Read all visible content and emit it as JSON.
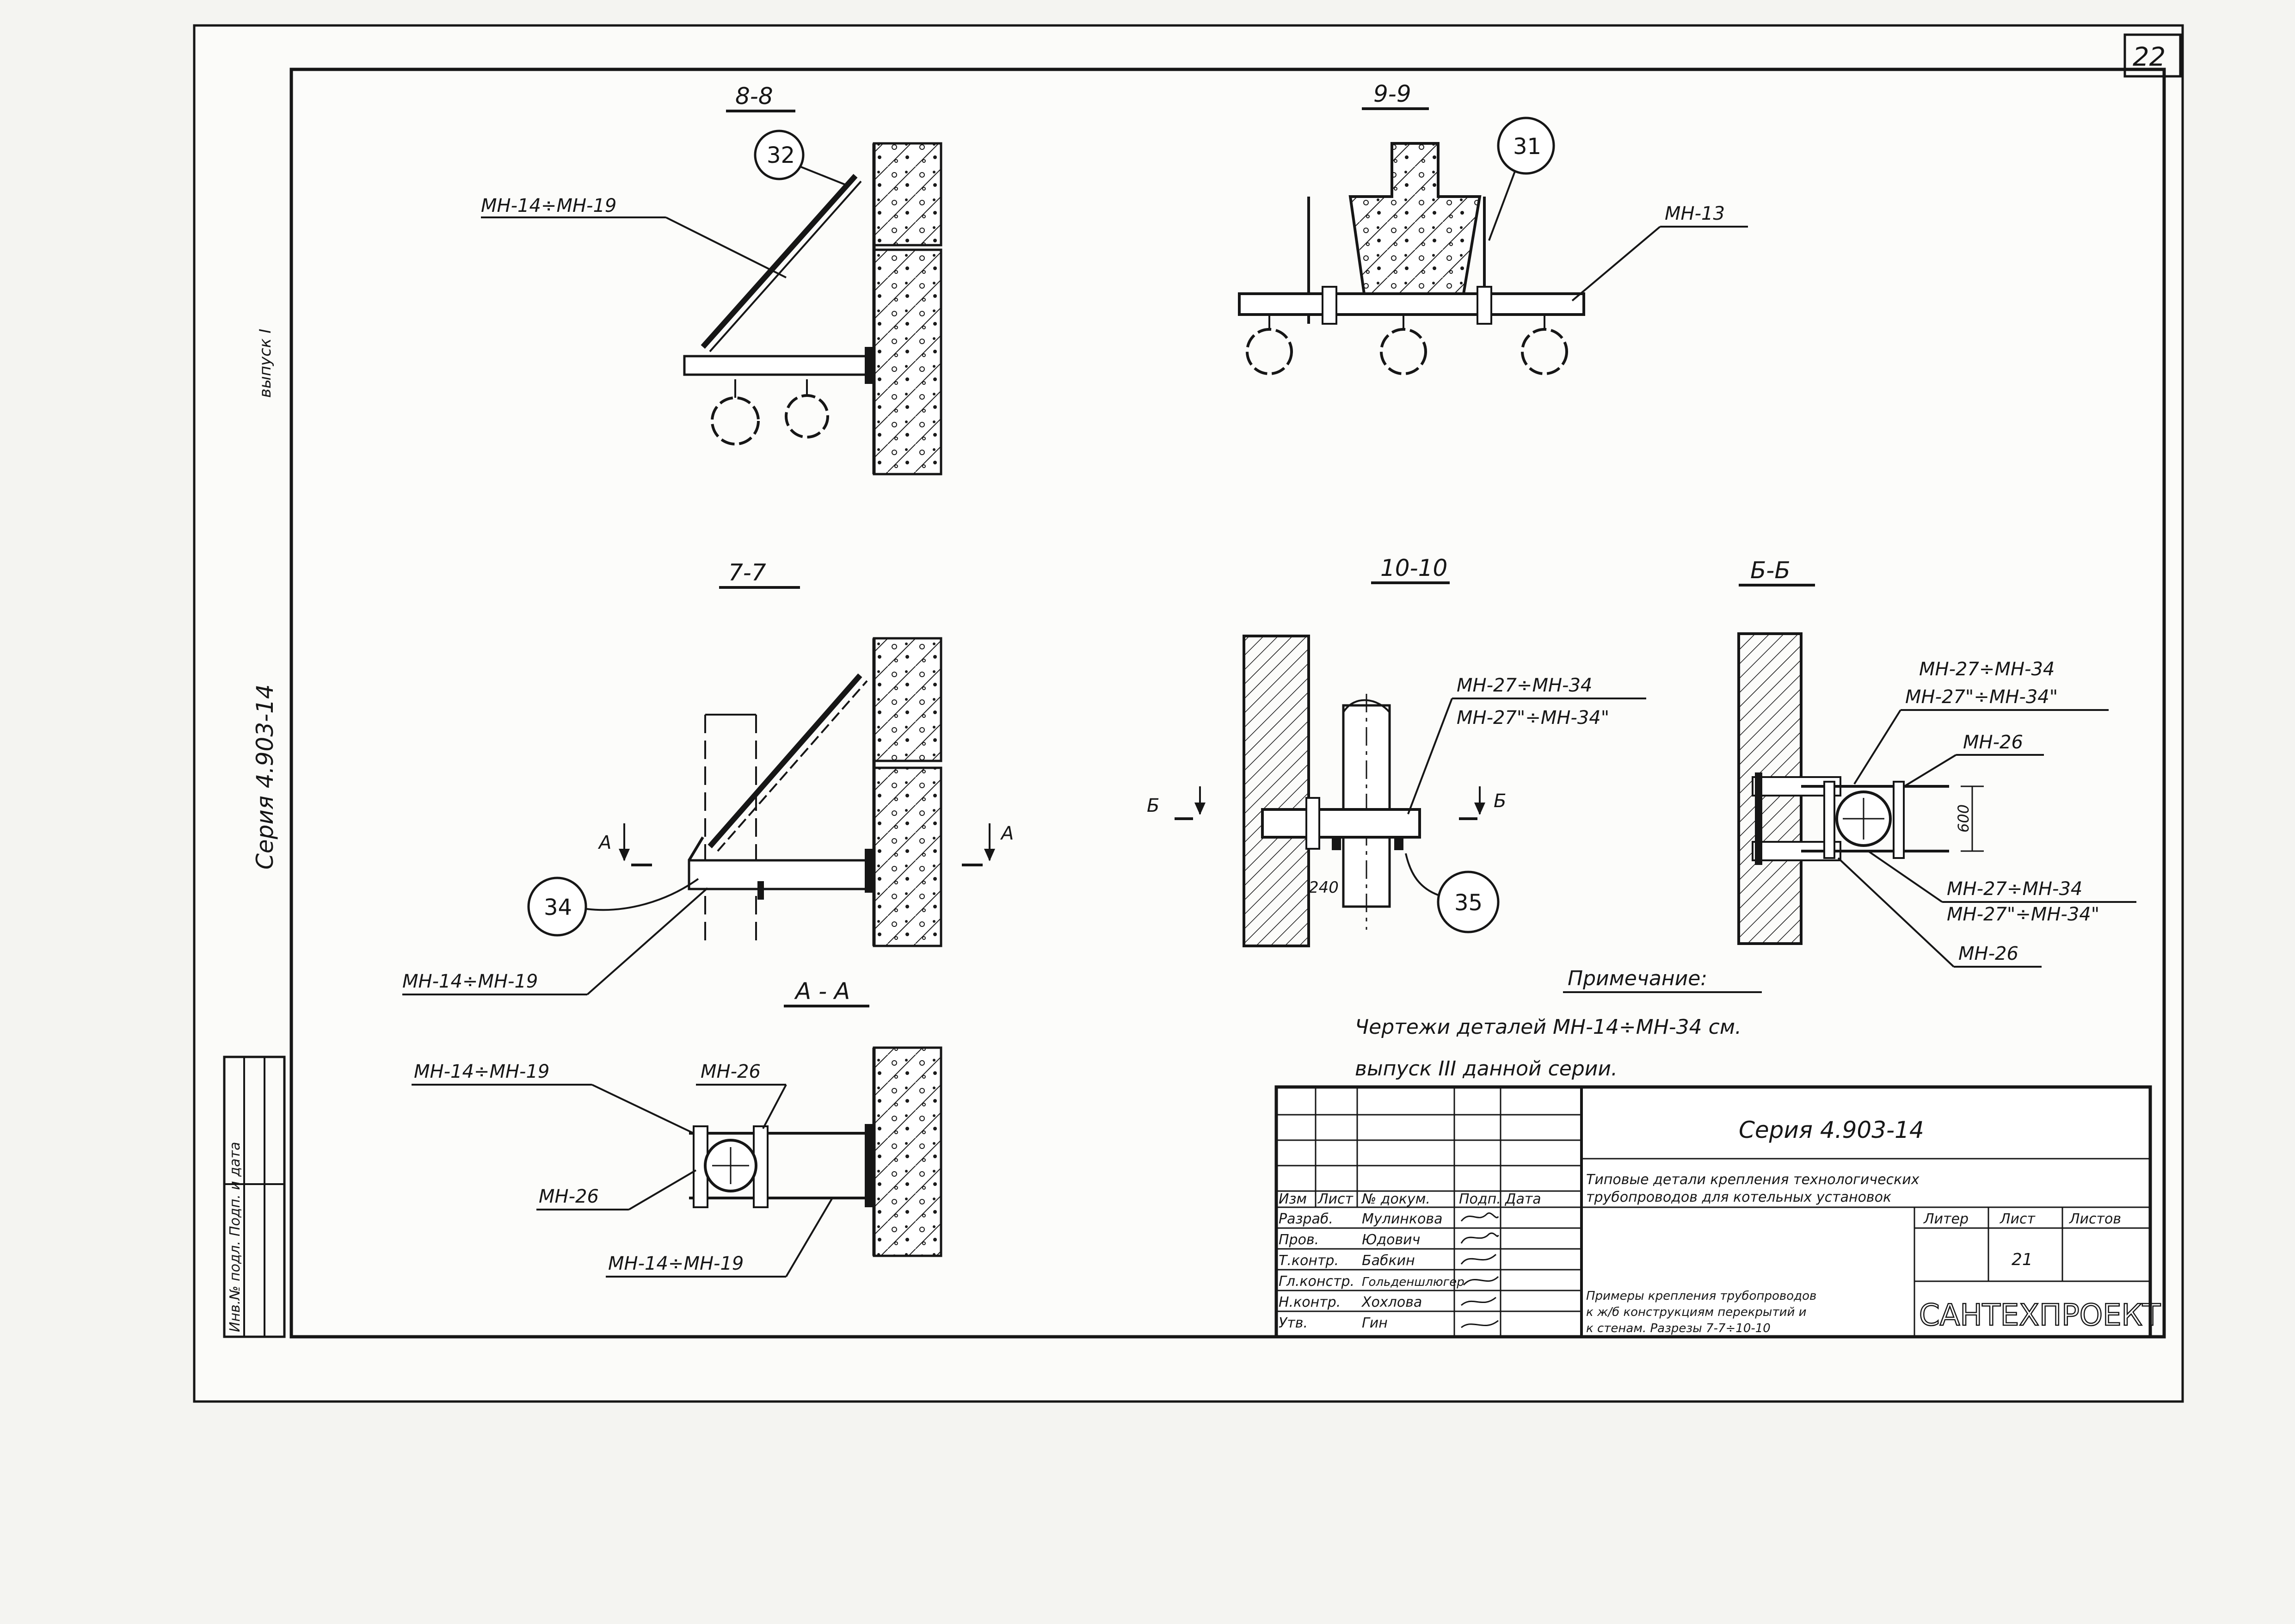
{
  "sheet": {
    "number": "22"
  },
  "side_margin": {
    "vypusk": "выпуск I",
    "seriya": "Серия 4.903-14"
  },
  "sections": {
    "s88": "8-8",
    "s99": "9-9",
    "s77": "7-7",
    "s1010": "10-10",
    "sBB": "Б-Б",
    "sAA": "А - А"
  },
  "cut_marks": {
    "A": "А",
    "B": "Б"
  },
  "balloons": {
    "b31": "31",
    "b32": "32",
    "b34": "34",
    "b35": "35"
  },
  "labels": {
    "mn14_19": "МН-14÷МН-19",
    "mn13": "МН-13",
    "mn26": "МН-26",
    "mn27_34": "МН-27÷МН-34",
    "mn27_34s": "МН-27\"÷МН-34\"",
    "dim240": "240",
    "dim600": "600"
  },
  "note": {
    "heading": "Примечание:",
    "line1": "Чертежи деталей МН-14÷МН-34 см.",
    "line2": "выпуск III данной серии."
  },
  "title_block": {
    "series": "Серия 4.903-14",
    "title_line1": "Типовые детали крепления технологических",
    "title_line2": "трубопроводов для котельных установок",
    "desc_line1": "Примеры крепления трубопроводов",
    "desc_line2": "к ж/б конструкциям перекрытий и",
    "desc_line3": "к стенам. Разрезы 7-7÷10-10",
    "company": "САНТЕХПРОЕКТ",
    "hdr_izm": "Изм",
    "hdr_list": "Лист",
    "hdr_doc": "№ докум.",
    "hdr_podp": "Подп.",
    "hdr_data": "Дата",
    "litera": "Литер",
    "list": "Лист",
    "listov": "Листов",
    "sheet_num": "21",
    "roles": [
      "Разраб.",
      "Пров.",
      "Т.контр.",
      "Гл.констр.",
      "Н.контр.",
      "Утв."
    ],
    "names": [
      "Мулинкова",
      "Юдович",
      "Бабкин",
      "Гольденшлюгер",
      "Хохлова",
      "Гин"
    ],
    "archive": "Инв.№ подл. Подп. и дата"
  }
}
